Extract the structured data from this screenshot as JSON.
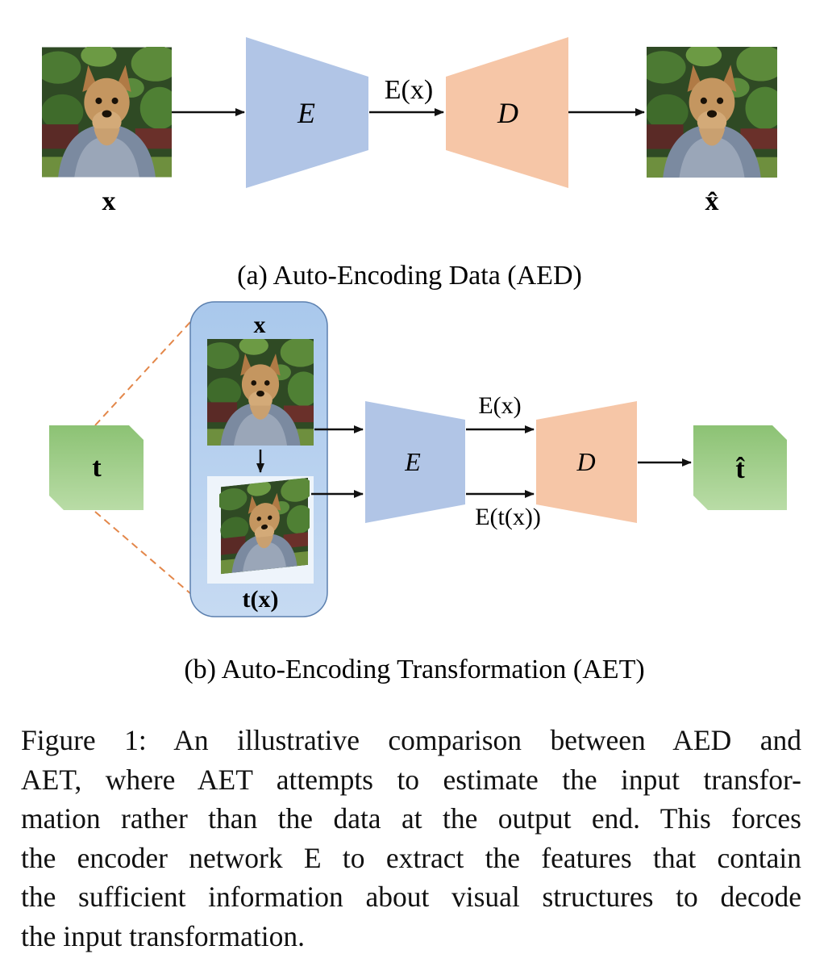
{
  "panel_a": {
    "input_label": "x",
    "encoder_label": "E",
    "latent_label": "E(x)",
    "decoder_label": "D",
    "output_label": "x̂",
    "caption": "(a) Auto-Encoding Data (AED)"
  },
  "panel_b": {
    "transform_label": "t",
    "original_label": "x",
    "transformed_label": "t(x)",
    "encoder_label": "E",
    "decoder_label": "D",
    "latent_original_label": "E(x)",
    "latent_transformed_label": "E(t(x))",
    "output_label": "t̂",
    "caption": "(b) Auto-Encoding Transformation (AET)"
  },
  "figure_caption": {
    "lines": [
      "Figure 1:  An illustrative comparison between AED and",
      "AET, where AET attempts to estimate the input transfor-",
      "mation rather than the data at the output end.  This forces",
      "the encoder network E to extract the features that contain",
      "the sufficient information about visual structures to decode",
      "the input transformation."
    ]
  },
  "colors": {
    "encoder": "#b1c5e6",
    "decoder": "#f6c6a7",
    "transform_box": "#a6d08c",
    "input_panel": "#bcd3ef",
    "dashed_line": "#e3874a"
  },
  "icons": {
    "photo": "dog-photo-icon"
  }
}
